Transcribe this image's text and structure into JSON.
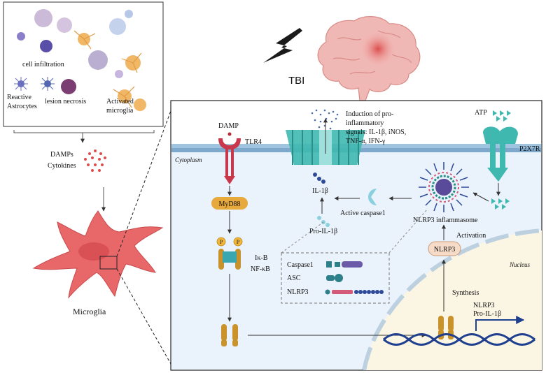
{
  "top_left_box": {
    "labels": {
      "cell_infiltration": "cell infiltration",
      "reactive": "Reactive",
      "astrocytes": "Astrocytes",
      "lesion_necrosis": "lesion necrosis",
      "activated": "Activated",
      "microglia": "microglia"
    }
  },
  "left_column": {
    "damps": "DAMPs",
    "cytokines": "Cytokines",
    "microglia_label": "Microglia"
  },
  "tbi": {
    "label": "TBI"
  },
  "pathway": {
    "damp": "DAMP",
    "tlr4": "TLR4",
    "cytoplasm": "Cytoplasm",
    "myd88": "MyD88",
    "p": "P",
    "ikb": "Iκ-B",
    "nfkb": "NF-κB",
    "induction_lines": [
      "Induction of pro-",
      "inflammatory",
      "signals: IL-1β, iNOS,",
      "TNF-α, IFN-γ"
    ],
    "il1b": "IL-1β",
    "active_caspase1": "Active caspase1",
    "pro_il1b": "Pro-IL-1β",
    "atp": "ATP",
    "p2x7r": "P2X7R",
    "nlrp3_inflammasome": "NLRP3 inflammasome",
    "activation": "Activation",
    "nlrp3_box": "NLRP3",
    "nucleus": "Nucleus",
    "synthesis": "Synthesis",
    "gene_line1": "NLRP3",
    "gene_line2": "Pro-IL-1β",
    "legend": {
      "caspase1": "Caspase1",
      "asc": "ASC",
      "nlrp3": "NLRP3"
    }
  },
  "colors": {
    "membrane": "#8fb8d8",
    "myd88": "#e8a93c",
    "nfkb": "#c9922a",
    "channel": "#3fb8b0",
    "nlrp3_box": "#f6dcc8",
    "microglia": "#e8686a",
    "dna": "#1f3f8f",
    "cytoplasm": "#eaf2fb"
  }
}
